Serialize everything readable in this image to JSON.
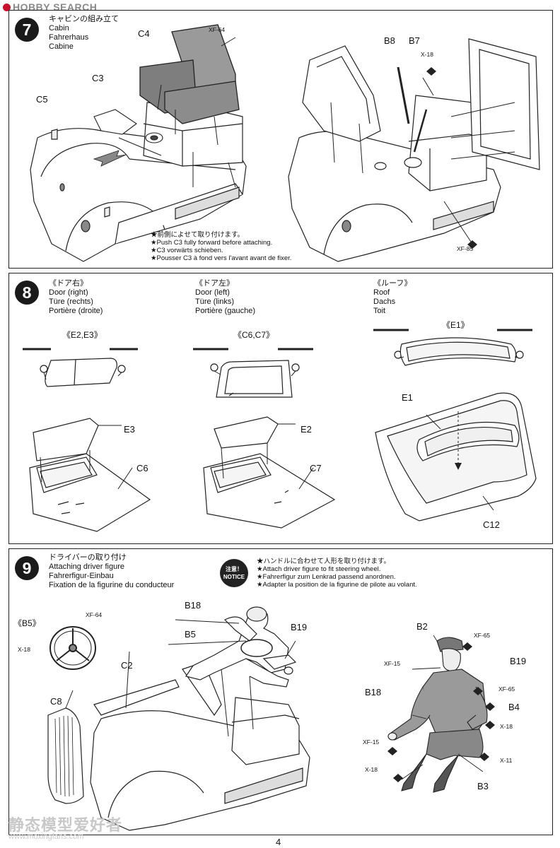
{
  "watermark": {
    "top": "HOBBY SEARCH",
    "bottom_cn": "静态模型爱好者",
    "bottom_url": "www.moxingfans.com"
  },
  "page_number": "4",
  "step7": {
    "number": "7",
    "title_jp": "キャビンの組み立て",
    "title_en": "Cabin",
    "title_de": "Fahrerhaus",
    "title_fr": "Cabine",
    "parts": {
      "c4": "C4",
      "c3": "C3",
      "c5": "C5",
      "b8": "B8",
      "b7": "B7"
    },
    "paints": {
      "xf64": "XF-64",
      "x18": "X-18",
      "xf85": "XF-85"
    },
    "note_jp": "★前側によせて取り付けます。",
    "note_en": "★Push C3 fully forward before attaching.",
    "note_de": "★C3 vorwärts schieben.",
    "note_fr": "★Pousser C3 à fond vers l'avant avant de fixer."
  },
  "step8": {
    "number": "8",
    "door_right": {
      "jp": "《ドア右》",
      "en": "Door (right)",
      "de": "Türe (rechts)",
      "fr": "Portière (droite)",
      "ref": "《E2,E3》",
      "glass": "E3",
      "frame": "C6"
    },
    "door_left": {
      "jp": "《ドア左》",
      "en": "Door (left)",
      "de": "Türe (links)",
      "fr": "Portière (gauche)",
      "ref": "《C6,C7》",
      "glass": "E2",
      "frame": "C7"
    },
    "roof": {
      "jp": "《ルーフ》",
      "en": "Roof",
      "de": "Dachs",
      "fr": "Toit",
      "ref": "《E1》",
      "glass": "E1",
      "frame": "C12"
    }
  },
  "step9": {
    "number": "9",
    "title_jp": "ドライバーの取り付け",
    "title_en": "Attaching driver figure",
    "title_de": "Fahrerfigur-Einbau",
    "title_fr": "Fixation de la figurine du conducteur",
    "badge_jp": "注意！",
    "badge_en": "NOTICE",
    "note_jp": "★ハンドルに合わせて人形を取り付けます。",
    "note_en": "★Attach driver figure to fit steering wheel.",
    "note_de": "★Fahrerfigur zum Lenkrad passend anordnen.",
    "note_fr": "★Adapter la position de la figurine de pilote au volant.",
    "wheel_ref": "《B5》",
    "parts": {
      "b18": "B18",
      "b5": "B5",
      "b19": "B19",
      "c2": "C2",
      "c8": "C8",
      "b2": "B2",
      "b4": "B4",
      "b3": "B3",
      "b18b": "B18",
      "b19b": "B19"
    },
    "paints": {
      "xf64": "XF-64",
      "x18a": "X-18",
      "xf65a": "XF-65",
      "xf15a": "XF-15",
      "xf65b": "XF-65",
      "x18b": "X-18",
      "xf15b": "XF-15",
      "x11": "X-11",
      "x18c": "X-18"
    }
  }
}
